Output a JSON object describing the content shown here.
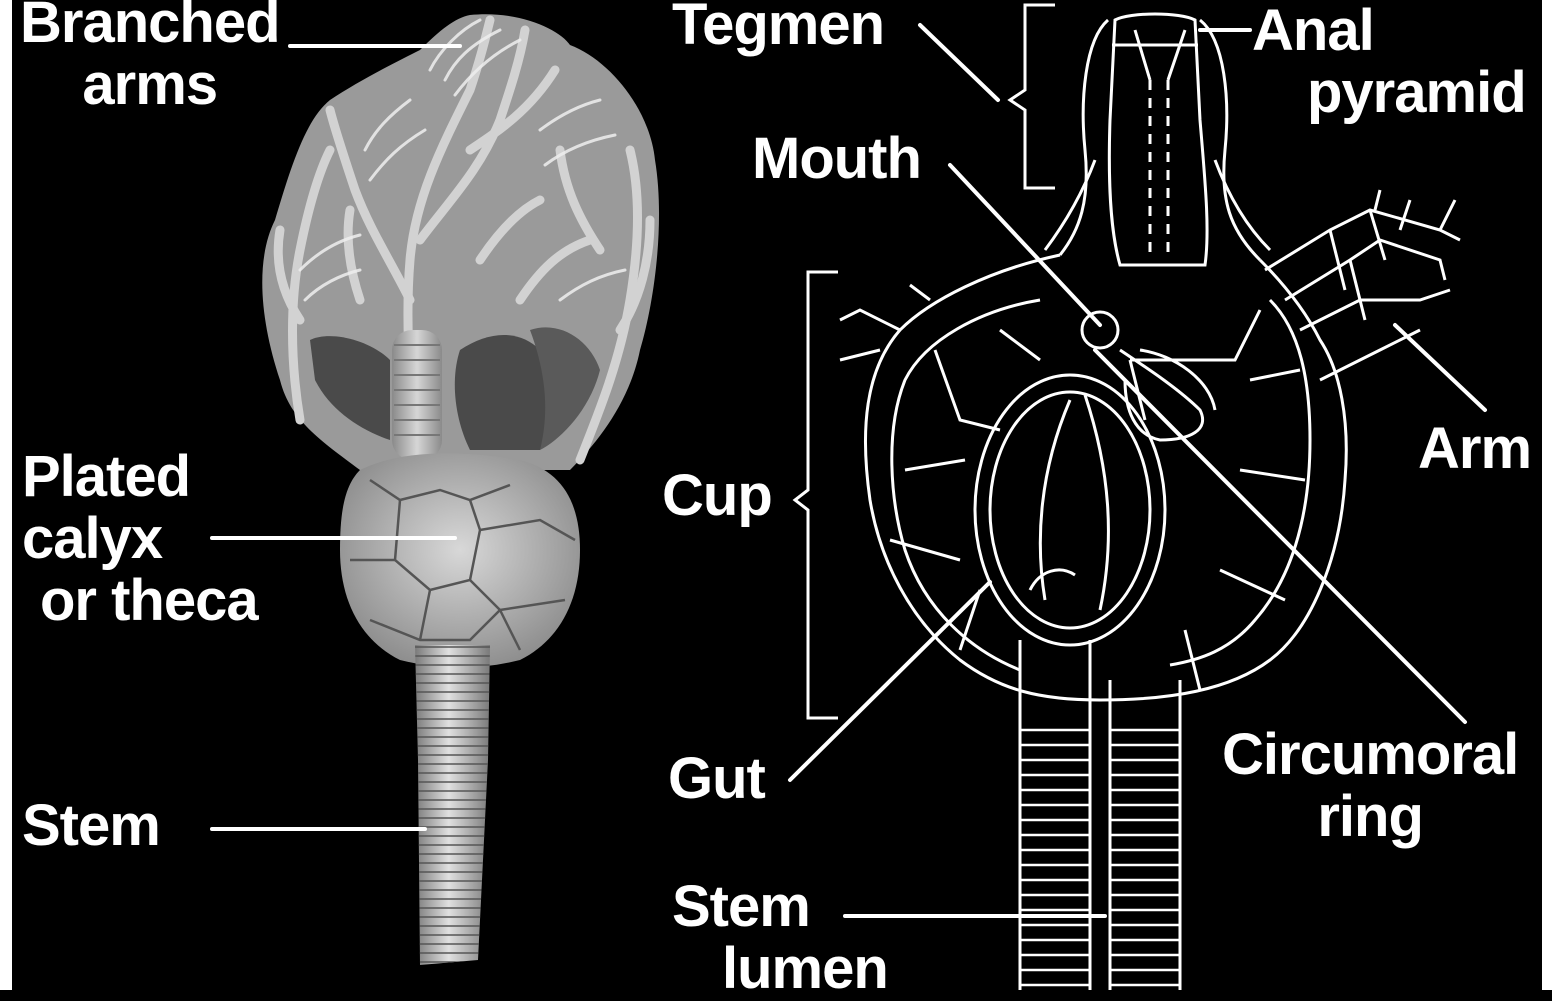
{
  "labels": {
    "branched_arms": [
      "Branched",
      "arms"
    ],
    "plated_calyx": [
      "Plated",
      "calyx",
      "or theca"
    ],
    "stem_left": "Stem",
    "tegmen": "Tegmen",
    "anal_pyramid": [
      "Anal",
      "pyramid"
    ],
    "mouth": "Mouth",
    "arm": "Arm",
    "cup": "Cup",
    "gut": "Gut",
    "circumoral_ring": [
      "Circumoral",
      "ring"
    ],
    "stem_lumen": [
      "Stem",
      "lumen"
    ]
  },
  "colors": {
    "background": "#000000",
    "line": "#ffffff",
    "fossil_light": "#c9c9c9",
    "fossil_dark": "#6a6a6a"
  }
}
